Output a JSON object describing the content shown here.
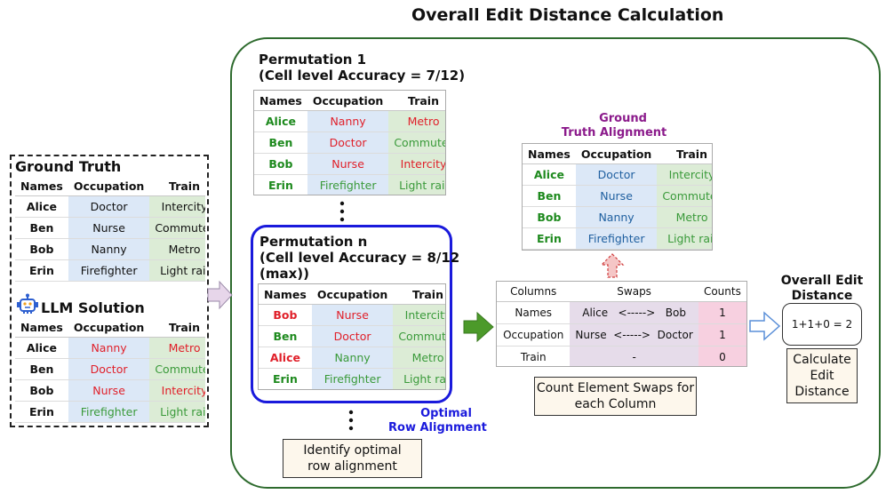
{
  "title": "Overall Edit Distance Calculation",
  "colors": {
    "correct": "#1e8a1e",
    "wrong": "#e0202a",
    "panel_border": "#2e6b2e",
    "optimal_border": "#1a1adc",
    "ground_truth_label": "#8b1a8b",
    "optimal_label": "#1a1adc"
  },
  "ground_truth": {
    "label": "Ground Truth",
    "headers": [
      "Names",
      "Occupation",
      "Train"
    ],
    "rows": [
      [
        "Alice",
        "Doctor",
        "Intercity"
      ],
      [
        "Ben",
        "Nurse",
        "Commuter"
      ],
      [
        "Bob",
        "Nanny",
        "Metro"
      ],
      [
        "Erin",
        "Firefighter",
        "Light rail"
      ]
    ]
  },
  "llm_solution": {
    "label": "LLM Solution",
    "icon": "robot-icon",
    "headers": [
      "Names",
      "Occupation",
      "Train"
    ],
    "rows": [
      [
        "Alice",
        "Nanny",
        "Metro"
      ],
      [
        "Ben",
        "Doctor",
        "Commuter"
      ],
      [
        "Bob",
        "Nurse",
        "Intercity"
      ],
      [
        "Erin",
        "Firefighter",
        "Light rail"
      ]
    ]
  },
  "permutation_1": {
    "title": "Permutation 1",
    "subtitle": "(Cell level Accuracy = 7/12)",
    "headers": [
      "Names",
      "Occupation",
      "Train"
    ],
    "rows": [
      [
        "Alice",
        "Nanny",
        "Metro"
      ],
      [
        "Ben",
        "Doctor",
        "Commuter"
      ],
      [
        "Bob",
        "Nurse",
        "Intercity"
      ],
      [
        "Erin",
        "Firefighter",
        "Light rail"
      ]
    ]
  },
  "permutation_n": {
    "title": "Permutation n",
    "subtitle_line1": "(Cell level Accuracy = 8/12",
    "subtitle_line2": "(max))",
    "headers": [
      "Names",
      "Occupation",
      "Train"
    ],
    "rows": [
      [
        "Bob",
        "Nurse",
        "Intercity"
      ],
      [
        "Ben",
        "Doctor",
        "Commuter"
      ],
      [
        "Alice",
        "Nanny",
        "Metro"
      ],
      [
        "Erin",
        "Firefighter",
        "Light rail"
      ]
    ]
  },
  "ground_truth_alignment": {
    "label_line1": "Ground",
    "label_line2": "Truth Alignment",
    "headers": [
      "Names",
      "Occupation",
      "Train"
    ],
    "rows": [
      [
        "Alice",
        "Doctor",
        "Intercity"
      ],
      [
        "Ben",
        "Nurse",
        "Commuter"
      ],
      [
        "Bob",
        "Nanny",
        "Metro"
      ],
      [
        "Erin",
        "Firefighter",
        "Light rail"
      ]
    ]
  },
  "swaps_table": {
    "headers": [
      "Columns",
      "Swaps",
      "Counts"
    ],
    "rows": [
      {
        "column": "Names",
        "swap_from": "Alice",
        "arrow": "<----->",
        "swap_to": "Bob",
        "count": "1"
      },
      {
        "column": "Occupation",
        "swap_from": "Nurse",
        "arrow": "<----->",
        "swap_to": "Doctor",
        "count": "1"
      },
      {
        "column": "Train",
        "swap_from": "",
        "arrow": "-",
        "swap_to": "",
        "count": "0"
      }
    ]
  },
  "labels": {
    "optimal_line1": "Optimal",
    "optimal_line2": "Row Alignment",
    "identify_line1": "Identify optimal",
    "identify_line2": "row alignment",
    "count_line1": "Count Element Swaps for",
    "count_line2": "each Column",
    "overall_line1": "Overall Edit",
    "overall_line2": "Distance",
    "formula": "1+1+0 = 2",
    "calc_line1": "Calculate",
    "calc_line2": "Edit",
    "calc_line3": "Distance"
  }
}
